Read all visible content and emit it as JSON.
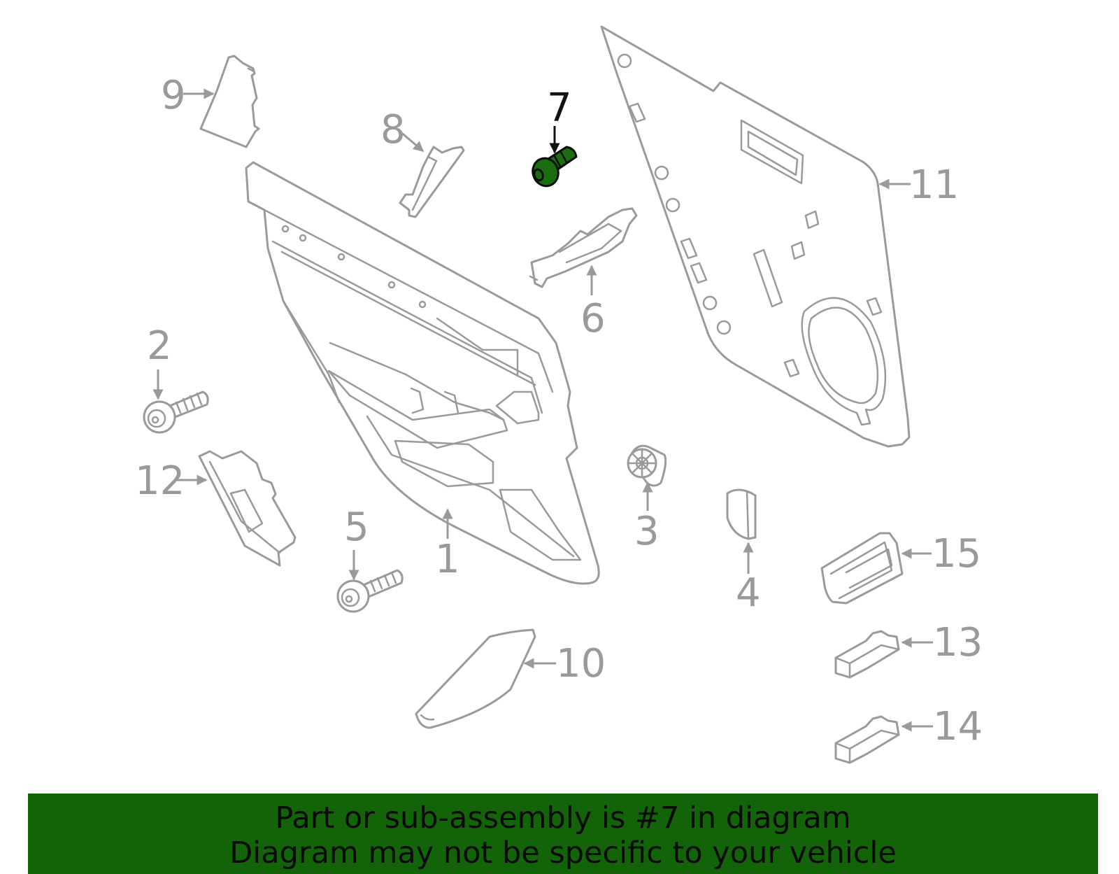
{
  "colors": {
    "highlight": "#1b6e0f",
    "banner_bg": "#136408",
    "line_gray": "#9a9a9a"
  },
  "highlighted_part": "7",
  "callouts": [
    {
      "id": "1",
      "label": "1"
    },
    {
      "id": "2",
      "label": "2"
    },
    {
      "id": "3",
      "label": "3"
    },
    {
      "id": "4",
      "label": "4"
    },
    {
      "id": "5",
      "label": "5"
    },
    {
      "id": "6",
      "label": "6"
    },
    {
      "id": "7",
      "label": "7"
    },
    {
      "id": "8",
      "label": "8"
    },
    {
      "id": "9",
      "label": "9"
    },
    {
      "id": "10",
      "label": "10"
    },
    {
      "id": "11",
      "label": "11"
    },
    {
      "id": "12",
      "label": "12"
    },
    {
      "id": "13",
      "label": "13"
    },
    {
      "id": "14",
      "label": "14"
    },
    {
      "id": "15",
      "label": "15"
    }
  ],
  "banner": {
    "line1": "Part or sub-assembly is #7 in diagram",
    "line2": "Diagram may not be specific to your vehicle"
  }
}
